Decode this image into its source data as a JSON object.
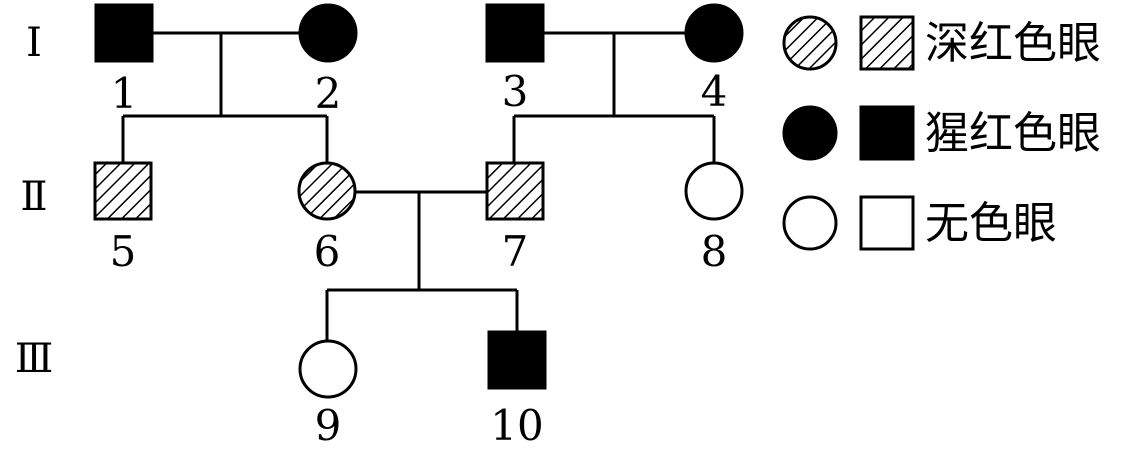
{
  "generations": [
    {
      "id": "gen-1",
      "label": "Ⅰ"
    },
    {
      "id": "gen-2",
      "label": "Ⅱ"
    },
    {
      "id": "gen-3",
      "label": "Ⅲ"
    }
  ],
  "individuals": [
    {
      "number": "1",
      "sex": "male",
      "phenotype": "scarlet"
    },
    {
      "number": "2",
      "sex": "female",
      "phenotype": "scarlet"
    },
    {
      "number": "3",
      "sex": "male",
      "phenotype": "scarlet"
    },
    {
      "number": "4",
      "sex": "female",
      "phenotype": "scarlet"
    },
    {
      "number": "5",
      "sex": "male",
      "phenotype": "deep-red"
    },
    {
      "number": "6",
      "sex": "female",
      "phenotype": "deep-red"
    },
    {
      "number": "7",
      "sex": "male",
      "phenotype": "deep-red"
    },
    {
      "number": "8",
      "sex": "female",
      "phenotype": "colorless"
    },
    {
      "number": "9",
      "sex": "female",
      "phenotype": "colorless"
    },
    {
      "number": "10",
      "sex": "male",
      "phenotype": "scarlet"
    }
  ],
  "legend": [
    {
      "phenotype": "deep-red",
      "label": "深红色眼"
    },
    {
      "phenotype": "scarlet",
      "label": "猩红色眼"
    },
    {
      "phenotype": "colorless",
      "label": "无色眼"
    }
  ],
  "colors": {
    "stroke": "#000000",
    "fill": "#000000",
    "background": "#ffffff"
  }
}
